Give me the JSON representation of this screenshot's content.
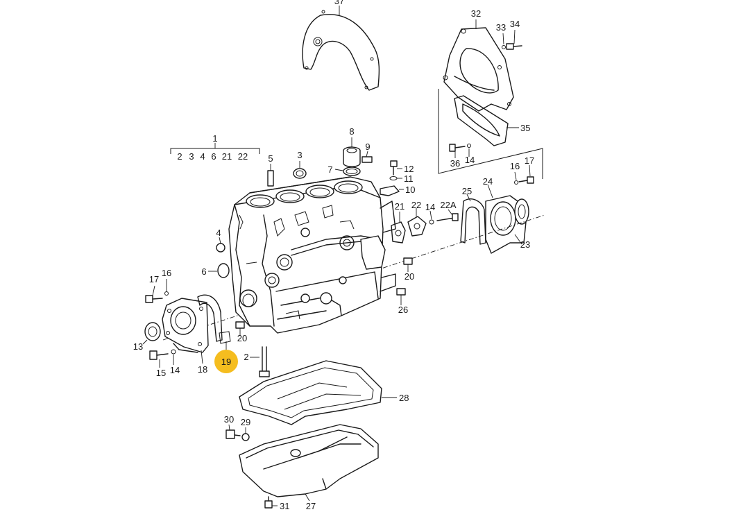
{
  "diagram": {
    "callouts": [
      {
        "id": "c1",
        "text": "1"
      },
      {
        "id": "c1a",
        "text": "2"
      },
      {
        "id": "c1b",
        "text": "3"
      },
      {
        "id": "c1c",
        "text": "4"
      },
      {
        "id": "c1d",
        "text": "6"
      },
      {
        "id": "c1e",
        "text": "21"
      },
      {
        "id": "c1f",
        "text": "22"
      },
      {
        "id": "c2",
        "text": "2"
      },
      {
        "id": "c3",
        "text": "3"
      },
      {
        "id": "c4",
        "text": "4"
      },
      {
        "id": "c5",
        "text": "5"
      },
      {
        "id": "c6",
        "text": "6"
      },
      {
        "id": "c7",
        "text": "7"
      },
      {
        "id": "c8",
        "text": "8"
      },
      {
        "id": "c9",
        "text": "9"
      },
      {
        "id": "c10",
        "text": "10"
      },
      {
        "id": "c11",
        "text": "11"
      },
      {
        "id": "c12",
        "text": "12"
      },
      {
        "id": "c13",
        "text": "13"
      },
      {
        "id": "c14a",
        "text": "14"
      },
      {
        "id": "c14b",
        "text": "14"
      },
      {
        "id": "c14c",
        "text": "14"
      },
      {
        "id": "c15",
        "text": "15"
      },
      {
        "id": "c16a",
        "text": "16"
      },
      {
        "id": "c16b",
        "text": "16"
      },
      {
        "id": "c17a",
        "text": "17"
      },
      {
        "id": "c17b",
        "text": "17"
      },
      {
        "id": "c18",
        "text": "18"
      },
      {
        "id": "c19",
        "text": "19"
      },
      {
        "id": "c20a",
        "text": "20"
      },
      {
        "id": "c20b",
        "text": "20"
      },
      {
        "id": "c21",
        "text": "21"
      },
      {
        "id": "c22",
        "text": "22"
      },
      {
        "id": "c22A",
        "text": "22A"
      },
      {
        "id": "c23",
        "text": "23"
      },
      {
        "id": "c24",
        "text": "24"
      },
      {
        "id": "c25",
        "text": "25"
      },
      {
        "id": "c26",
        "text": "26"
      },
      {
        "id": "c27",
        "text": "27"
      },
      {
        "id": "c28",
        "text": "28"
      },
      {
        "id": "c29",
        "text": "29"
      },
      {
        "id": "c30",
        "text": "30"
      },
      {
        "id": "c31",
        "text": "31"
      },
      {
        "id": "c32",
        "text": "32"
      },
      {
        "id": "c33",
        "text": "33"
      },
      {
        "id": "c34",
        "text": "34"
      },
      {
        "id": "c35",
        "text": "35"
      },
      {
        "id": "c36",
        "text": "36"
      },
      {
        "id": "c37",
        "text": "37"
      }
    ],
    "highlight": {
      "callout": "19",
      "color": "#f5bd1f"
    },
    "colors": {
      "line": "#1a1a1a",
      "background": "#ffffff"
    }
  }
}
